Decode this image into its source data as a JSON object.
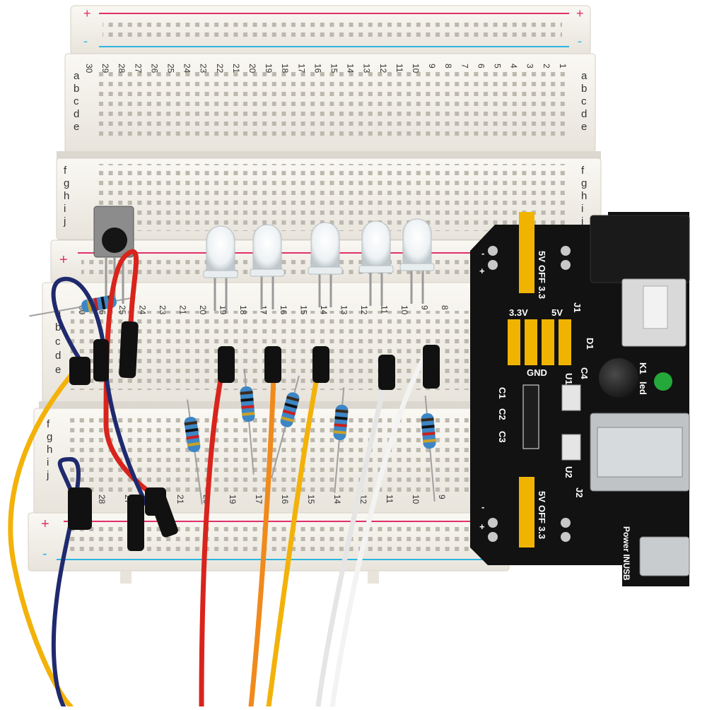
{
  "breadboard_top": {
    "rail_plus": "+",
    "rail_minus": "-",
    "row_labels_upper": [
      "a",
      "b",
      "c",
      "d",
      "e"
    ],
    "row_labels_lower": [
      "f",
      "g",
      "h",
      "i",
      "j"
    ],
    "column_numbers": [
      "30",
      "29",
      "28",
      "27",
      "26",
      "25",
      "24",
      "23",
      "22",
      "21",
      "20",
      "19",
      "18",
      "17",
      "16",
      "15",
      "14",
      "13",
      "12",
      "11",
      "10",
      "9",
      "8",
      "7",
      "6",
      "5",
      "4",
      "3",
      "2",
      "1"
    ]
  },
  "breadboard_bottom": {
    "rail_plus": "+",
    "rail_minus": "-",
    "row_labels_upper": [
      "a",
      "b",
      "c",
      "d",
      "e"
    ],
    "row_labels_lower": [
      "f",
      "g",
      "h",
      "i",
      "j"
    ],
    "column_numbers": [
      "30",
      "26",
      "25",
      "24",
      "23",
      "21",
      "20",
      "19",
      "18",
      "17",
      "16",
      "15",
      "14",
      "13",
      "12",
      "11",
      "10",
      "9",
      "8"
    ],
    "column_numbers_j": [
      "28",
      "27",
      "23",
      "21",
      "20",
      "19",
      "17",
      "16",
      "15",
      "14",
      "12",
      "11",
      "10",
      "9"
    ]
  },
  "power_module": {
    "top_jumper_labels": [
      "5V",
      "OFF",
      "3.3"
    ],
    "bottom_jumper_labels": [
      "5V",
      "OFF",
      "3.3"
    ],
    "j1": "J1",
    "j2": "J2",
    "d1": "D1",
    "c4": "C4",
    "k1": "K1",
    "led_label": "led",
    "u1": "U1",
    "u2": "U2",
    "c1": "C1",
    "c2": "C2",
    "c3": "C3",
    "header_33": "3.3V",
    "header_5": "5V",
    "gnd": "GND",
    "power_in": "Power INUSB",
    "rail_minus": "-",
    "rail_plus": "+"
  },
  "colors": {
    "board": "#f4f1ea",
    "board_shadow": "#d9d5cc",
    "rail_red": "#e0306b",
    "rail_blue": "#2fb5e0",
    "pcb": "#121212",
    "jumper_yellow": "#f0b400",
    "wire_red": "#d8241c",
    "wire_orange": "#f08a1c",
    "wire_yellow": "#f3b20a",
    "wire_white": "#f7f7f7",
    "wire_navy": "#1f2a6e"
  }
}
